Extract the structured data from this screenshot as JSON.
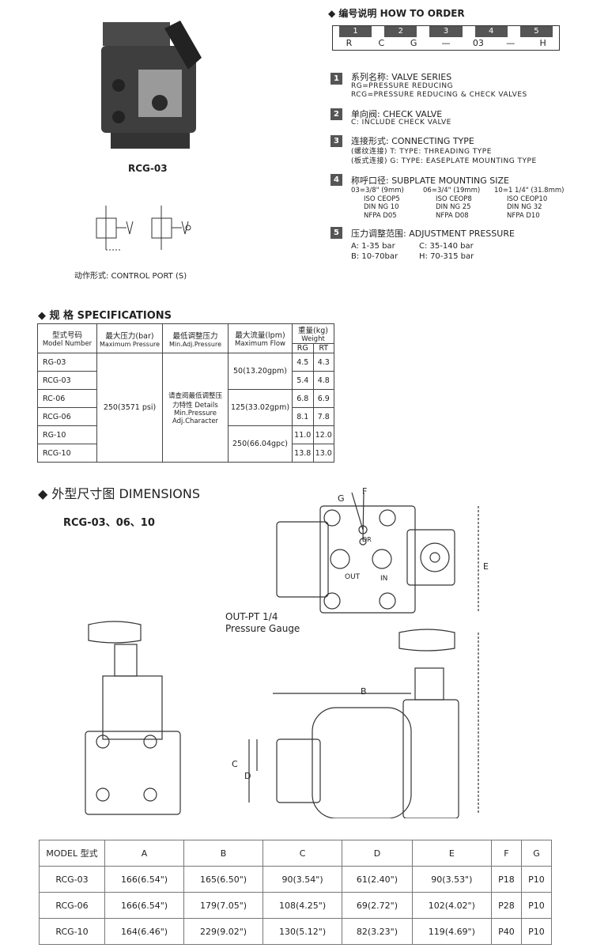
{
  "product_label": "RCG-03",
  "control_port_title": "动作形式: CONTROL PORT (S)",
  "how_to_order": {
    "title": "编号说明 HOW TO ORDER",
    "positions": [
      "1",
      "2",
      "3",
      "4",
      "5"
    ],
    "codes": [
      "R",
      "C",
      "G",
      "—",
      "03",
      "—",
      "H"
    ]
  },
  "order_items": [
    {
      "num": "1",
      "title": "系列名称: VALVE SERIES",
      "lines": [
        "RG=PRESSURE REDUCING",
        "RCG=PRESSURE REDUCING & CHECK VALVES"
      ]
    },
    {
      "num": "2",
      "title": "单向阀: CHECK VALVE",
      "lines": [
        "C: INCLUDE CHECK VALVE"
      ]
    },
    {
      "num": "3",
      "title": "连接形式: CONNECTING TYPE",
      "lines": [
        "(螺纹连接) T:  TYPE: THREADING TYPE",
        "(板式连接) G:  TYPE: EASEPLATE MOUNTING TYPE"
      ]
    },
    {
      "num": "4",
      "title": "称呼口径: SUBPLATE MOUNTING SIZE",
      "lines": []
    },
    {
      "num": "5",
      "title": "压力调整范围: ADJUSTMENT PRESSURE",
      "lines": []
    }
  ],
  "mounting_size": {
    "col1": [
      "03=3/8\" (9mm)",
      "ISO CEOP5",
      "DIN NG 10",
      "NFPA D05"
    ],
    "col2": [
      "06=3/4\" (19mm)",
      "ISO CEOP8",
      "DIN NG 25",
      "NFPA D08"
    ],
    "col3": [
      "10=1 1/4\" (31.8mm)",
      "ISO CEOP10",
      "DIN NG 32",
      "NFPA D10"
    ]
  },
  "pressure": {
    "col1": [
      "A: 1-35 bar",
      "B: 10-70bar"
    ],
    "col2": [
      "C: 35-140 bar",
      "H: 70-315 bar"
    ]
  },
  "specifications": {
    "title": "规 格 SPECIFICATIONS",
    "headers": {
      "model_cn": "型式号码",
      "model_en": "Model Number",
      "pressure_cn": "最大压力(bar)",
      "pressure_en": "Maximum Pressure",
      "minadj_cn": "最低调整压力",
      "minadj_en": "Min.Adj.Pressure",
      "flow_cn": "最大流量(lpm)",
      "flow_en": "Maximum Flow",
      "weight_cn": "重量(kg)",
      "weight_en": "Weight",
      "rg": "RG",
      "rt": "RT"
    },
    "max_pressure": "250(3571 psi)",
    "min_adj": "请查阅最低调整压力特性 Details Min.Pressure Adj.Character",
    "flows": [
      "50(13.20gpm)",
      "125(33.02gpm)",
      "250(66.04gpc)"
    ],
    "rows": [
      {
        "model": "RG-03",
        "rg": "4.5",
        "rt": "4.3"
      },
      {
        "model": "RCG-03",
        "rg": "5.4",
        "rt": "4.8"
      },
      {
        "model": "RC-06",
        "rg": "6.8",
        "rt": "6.9"
      },
      {
        "model": "RCG-06",
        "rg": "8.1",
        "rt": "7.8"
      },
      {
        "model": "RG-10",
        "rg": "11.0",
        "rt": "12.0"
      },
      {
        "model": "RCG-10",
        "rg": "13.8",
        "rt": "13.0"
      }
    ]
  },
  "dimensions": {
    "title": "外型尺寸图 DIMENSIONS",
    "subtitle": "RCG-03、06、10",
    "gauge_label_1": "OUT-PT 1/4",
    "gauge_label_2": "Pressure Gauge",
    "letters": {
      "g": "G",
      "f": "F",
      "e": "E",
      "b": "B",
      "c": "C",
      "d": "D",
      "dr": "DR",
      "out": "OUT",
      "in": "IN"
    },
    "headers": [
      "MODEL 型式",
      "A",
      "B",
      "C",
      "D",
      "E",
      "F",
      "G"
    ],
    "rows": [
      [
        "RCG-03",
        "166(6.54\")",
        "165(6.50\")",
        "90(3.54\")",
        "61(2.40\")",
        "90(3.53\")",
        "P18",
        "P10"
      ],
      [
        "RCG-06",
        "166(6.54\")",
        "179(7.05\")",
        "108(4.25\")",
        "69(2.72\")",
        "102(4.02\")",
        "P28",
        "P10"
      ],
      [
        "RCG-10",
        "164(6.46\")",
        "229(9.02\")",
        "130(5.12\")",
        "82(3.23\")",
        "119(4.69\")",
        "P40",
        "P10"
      ]
    ]
  }
}
